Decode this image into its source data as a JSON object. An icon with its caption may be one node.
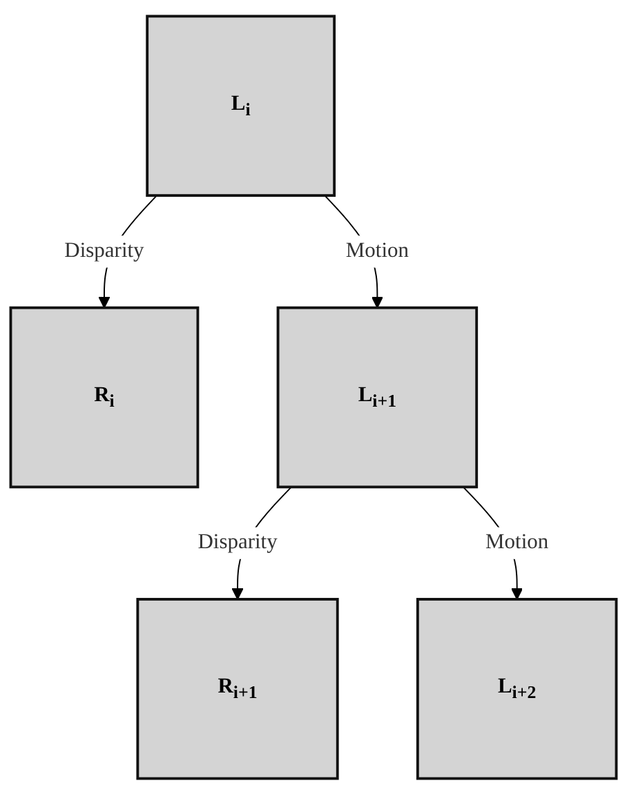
{
  "diagram": {
    "nodes": [
      {
        "text": [
          "L$_{i}$"
        ]
      },
      {
        "text": [
          "R$_{i}$"
        ]
      },
      {
        "text": [
          "L$_{i+1}$"
        ]
      },
      {
        "text": [
          "R$_{i+1}$"
        ]
      },
      {
        "text": [
          "L$_{i+2}$"
        ]
      }
    ],
    "edges": [
      {
        "from": 0,
        "to": 1,
        "arrow": "to",
        "label": "Disparity"
      },
      {
        "from": 0,
        "to": 2,
        "arrow": "to",
        "label": "Motion"
      },
      {
        "from": 2,
        "to": 3,
        "arrow": "to",
        "label": "Disparity"
      },
      {
        "from": 2,
        "to": 4,
        "arrow": "to",
        "label": "Motion"
      }
    ]
  }
}
